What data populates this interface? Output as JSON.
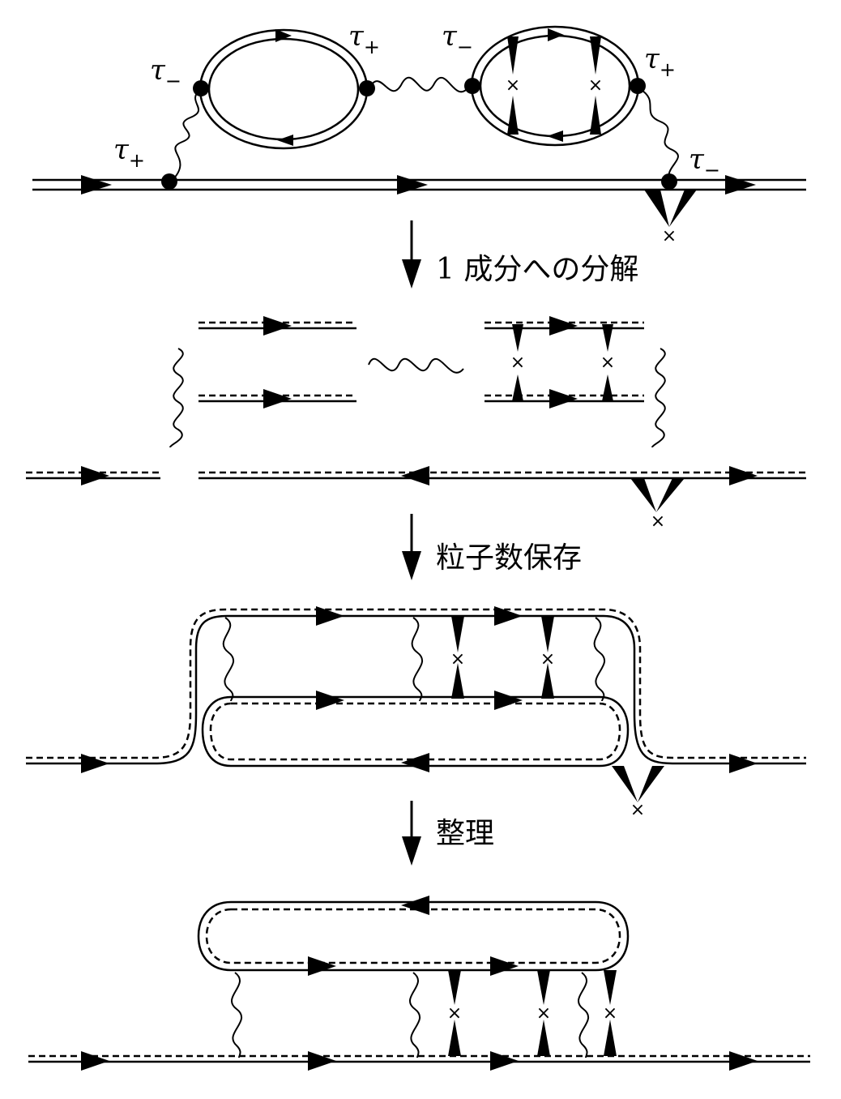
{
  "labels": {
    "tau_symbol": "τ",
    "plus": "+",
    "minus": "−",
    "cross": "×"
  },
  "steps": [
    "1 成分への分解",
    "粒子数保存",
    "整理"
  ],
  "colors": {
    "ink": "#000000",
    "background": "#ffffff"
  }
}
